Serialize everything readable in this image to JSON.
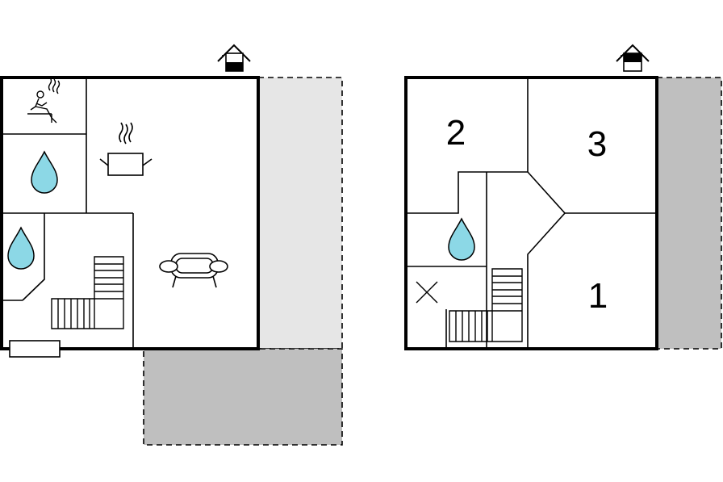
{
  "floors": [
    {
      "id": "ground-floor",
      "icons": [
        "house-entrance-icon",
        "sauna-icon",
        "water-drop-icon",
        "water-drop-icon",
        "cooking-pot-icon",
        "sofa-icon",
        "staircase-icon"
      ],
      "colors": {
        "terrace": "#e6e6e6",
        "patio": "#bfbfbf",
        "water": "#8cd8e6"
      }
    },
    {
      "id": "upper-floor",
      "rooms": [
        {
          "number": "2"
        },
        {
          "number": "3"
        },
        {
          "number": "1"
        }
      ],
      "icons": [
        "house-entrance-icon",
        "water-drop-icon",
        "open-space-cross-icon",
        "staircase-icon"
      ],
      "colors": {
        "balcony": "#bfbfbf",
        "water": "#8cd8e6"
      }
    }
  ]
}
